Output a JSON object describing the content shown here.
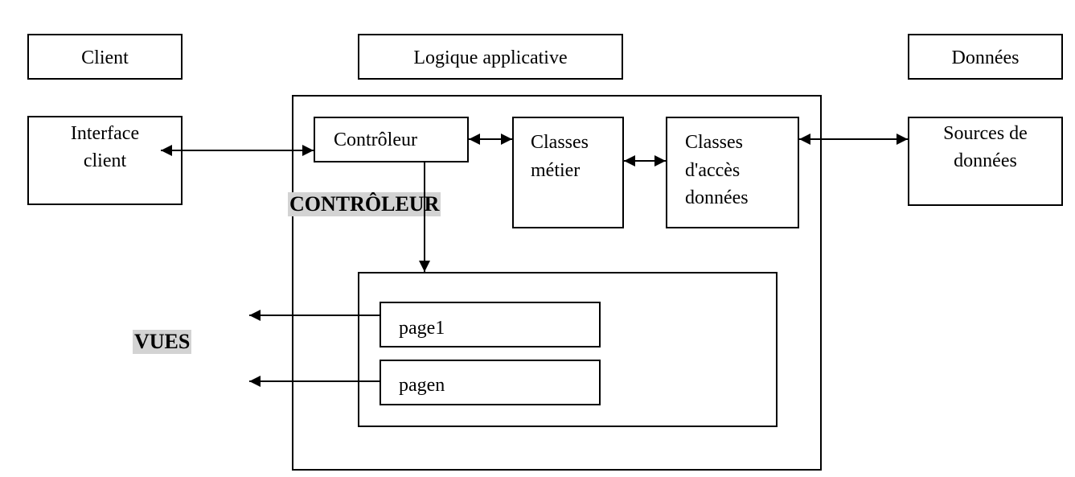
{
  "headers": {
    "client": "Client",
    "logic": "Logique applicative",
    "data": "Données"
  },
  "boxes": {
    "interface_client": [
      "Interface",
      "client"
    ],
    "controleur": "Contrôleur",
    "classes_metier": [
      "Classes",
      "métier"
    ],
    "classes_acces": [
      "Classes",
      "d'accès",
      "données"
    ],
    "sources": [
      "Sources de",
      "données"
    ],
    "page1": "page1",
    "pagen": "pagen"
  },
  "labels": {
    "controleur": "CONTRÔLEUR",
    "vues": "VUES"
  },
  "colors": {
    "line": "#000000",
    "badge_bg": "#d3d3d3"
  }
}
